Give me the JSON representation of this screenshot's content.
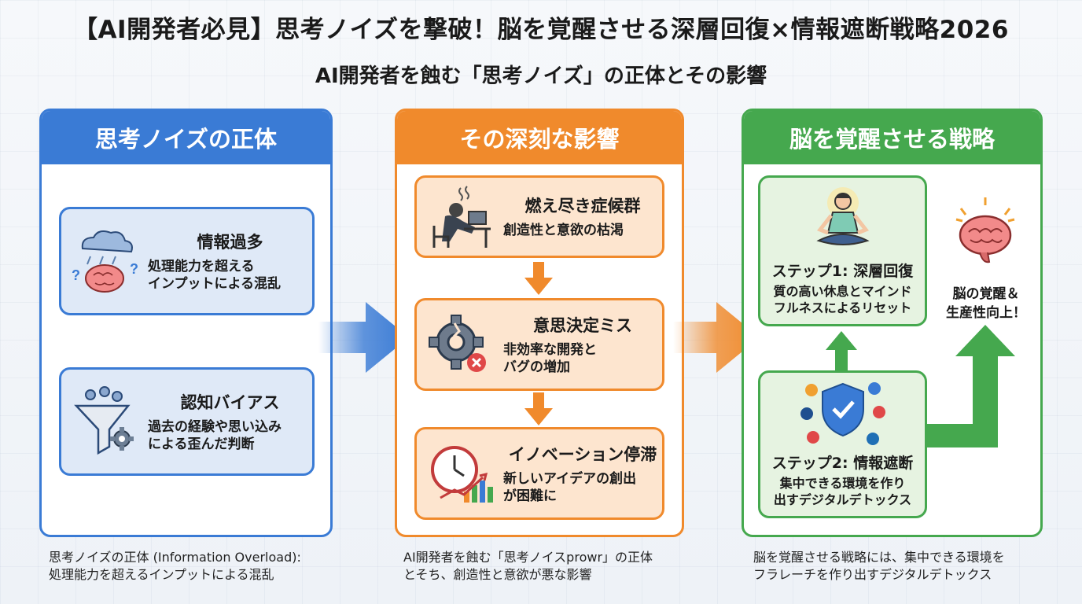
{
  "title": "【AI開発者必見】思考ノイズを撃破！脳を覚醒させる深層回復×情報遮断戦略2026",
  "subtitle": "AI開発者を蝕む「思考ノイズ」の正体とその影響",
  "panels": {
    "cause": {
      "header": "思考ノイズの正体",
      "cards": [
        {
          "title": "情報過多",
          "desc": "処理能力を超える\nインプットによる混乱",
          "icon": "cloud-brain-icon"
        },
        {
          "title": "認知バイアス",
          "desc": "過去の経験や思い込み\nによる歪んだ判断",
          "icon": "funnel-gear-icon"
        }
      ],
      "footnote": "思考ノイズの正体 (Information Overload):\n処理能力を超えるインプットによる混乱"
    },
    "impact": {
      "header": "その深刻な影響",
      "cards": [
        {
          "title": "燃え尽き症候群",
          "desc": "創造性と意欲の枯渇",
          "icon": "burnout-desk-icon"
        },
        {
          "title": "意思決定ミス",
          "desc": "非効率な開発と\nバグの増加",
          "icon": "broken-gear-icon"
        },
        {
          "title": "イノベーション停滞",
          "desc": "新しいアイデアの創出\nが困難に",
          "icon": "clock-chart-icon"
        }
      ],
      "footnote": "AI開発者を蝕む「思考ノイスprowr」の正体\nとそち、創造性と意欲が悪な影響"
    },
    "strategy": {
      "header": "脳を覚醒させる戦略",
      "cards": [
        {
          "title": "ステップ1: 深層回復",
          "desc": "質の高い休息とマインド\nフルネスによるリセット",
          "icon": "meditation-icon"
        },
        {
          "title": "ステップ2: 情報遮断",
          "desc": "集中できる環境を作り\n出すデジタルデトックス",
          "icon": "shield-social-icon"
        }
      ],
      "result": "脳の覚醒＆\n生産性向上！",
      "result_icon": "glowing-brain-icon",
      "footnote": "脳を覚醒させる戦略には、集中できる環境を\nフラレーチを作り出すデジタルデトックス"
    }
  },
  "colors": {
    "blue": "#3a7bd5",
    "orange": "#f08a2c",
    "green": "#45a84e"
  }
}
